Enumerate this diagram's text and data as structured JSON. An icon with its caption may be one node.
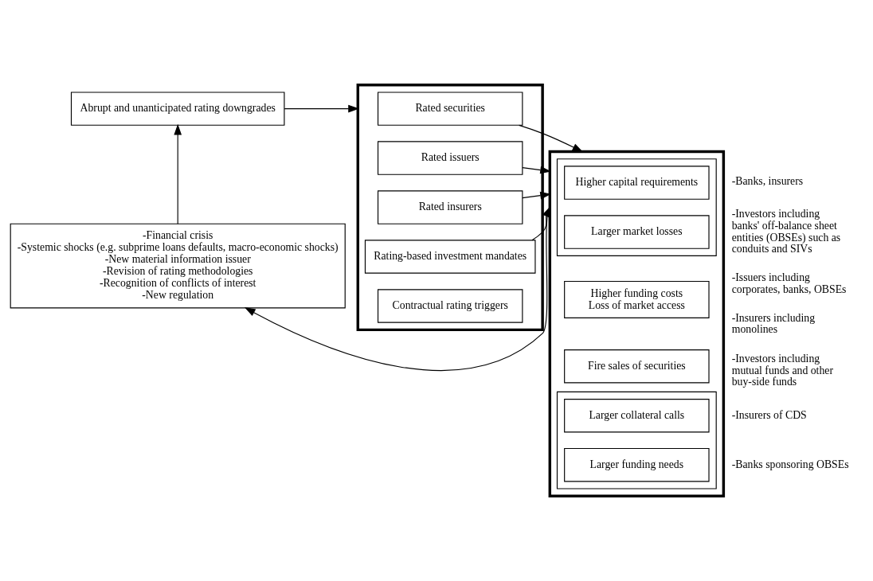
{
  "diagram": {
    "nodes": [
      {
        "text": [
          "Abrupt and unanticipated rating downgrades"
        ]
      },
      {
        "text": [],
        "shape": "box"
      },
      {
        "text": [
          "Rated securities"
        ],
        "in": 1
      },
      {
        "text": [
          "Rated issuers"
        ],
        "in": 1
      },
      {
        "text": [
          "Rated insurers"
        ],
        "in": 1
      },
      {
        "text": [
          "Rating-based investment mandates"
        ],
        "in": 1
      },
      {
        "text": [
          "Contractual rating triggers"
        ],
        "in": 1
      },
      {
        "text": [],
        "shape": "box"
      },
      {
        "text": [],
        "shape": "box",
        "in": 7
      },
      {
        "text": [
          "Higher capital requirements"
        ],
        "in": 8,
        "beside": [
          "-Banks, insurers"
        ]
      },
      {
        "text": [
          "Larger market losses"
        ],
        "in": 8,
        "beside": [
          "-Investors including banks' off-balance sheet entities (OBSEs) such as conduits and SIVs"
        ]
      },
      {
        "text": [
          "Higher funding costs",
          "Loss of market access"
        ],
        "in": 7,
        "beside": [
          "-Issuers including corporates, banks, OBSEs",
          "-Insurers including monolines"
        ]
      },
      {
        "text": [
          "Fire sales of securities"
        ],
        "in": 7,
        "beside": [
          "-Investors including mutual funds and other buy-side funds"
        ]
      },
      {
        "text": [],
        "shape": "box",
        "in": 7
      },
      {
        "text": [
          "Larger collateral calls"
        ],
        "in": 13,
        "beside": [
          "-Insurers of CDS"
        ]
      },
      {
        "text": [
          "Larger funding needs"
        ],
        "in": 13,
        "beside": [
          "-Banks sponsoring OBSEs"
        ]
      },
      {
        "text": [
          "-Financial crisis",
          "-Systemic shocks (e.g. subprime loans defaults, macro-economic shocks)",
          "-New material information issuer",
          "-Revision of rating methodologies",
          "-Recognition of conflicts of interest",
          "-New regulation"
        ]
      }
    ],
    "edges": [
      {
        "from": 0,
        "to": 1,
        "arrow": "to"
      },
      {
        "from": 2,
        "to": 7,
        "arrow": "to"
      },
      {
        "from": 3,
        "to": 7,
        "arrow": "to"
      },
      {
        "from": 4,
        "to": 7,
        "arrow": "to"
      },
      {
        "from": 5,
        "to": 7,
        "arrow": "to"
      },
      {
        "from": 7,
        "to": 16,
        "arrow": "to"
      },
      {
        "from": 16,
        "to": 0,
        "arrow": "to"
      }
    ]
  }
}
